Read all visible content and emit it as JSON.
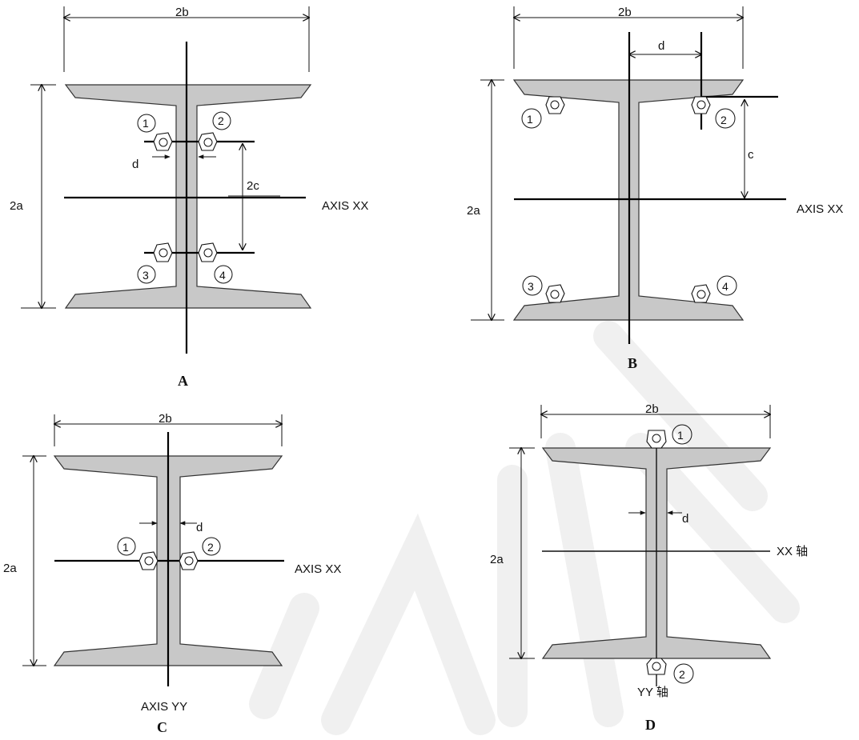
{
  "panels": {
    "A": {
      "caption": "A",
      "width_label": "2b",
      "height_label": "2a",
      "spacing_label": "2c",
      "offset_label": "d",
      "axis_label": "AXIS XX",
      "gauges": [
        "1",
        "2",
        "3",
        "4"
      ]
    },
    "B": {
      "caption": "B",
      "width_label": "2b",
      "height_label": "2a",
      "spacing_label": "c",
      "offset_label": "d",
      "axis_label": "AXIS XX",
      "gauges": [
        "1",
        "2",
        "3",
        "4"
      ]
    },
    "C": {
      "caption": "C",
      "width_label": "2b",
      "height_label": "2a",
      "offset_label": "d",
      "axis_label": "AXIS XX",
      "axis_y_label": "AXIS YY",
      "gauges": [
        "1",
        "2"
      ]
    },
    "D": {
      "caption": "D",
      "width_label": "2b",
      "height_label": "2a",
      "offset_label": "d",
      "axis_label": "XX 轴",
      "axis_y_label": "YY 轴",
      "gauges": [
        "1",
        "2"
      ]
    }
  },
  "colors": {
    "beam_fill": "#c8c8c8",
    "line": "#000000",
    "background": "#ffffff"
  }
}
